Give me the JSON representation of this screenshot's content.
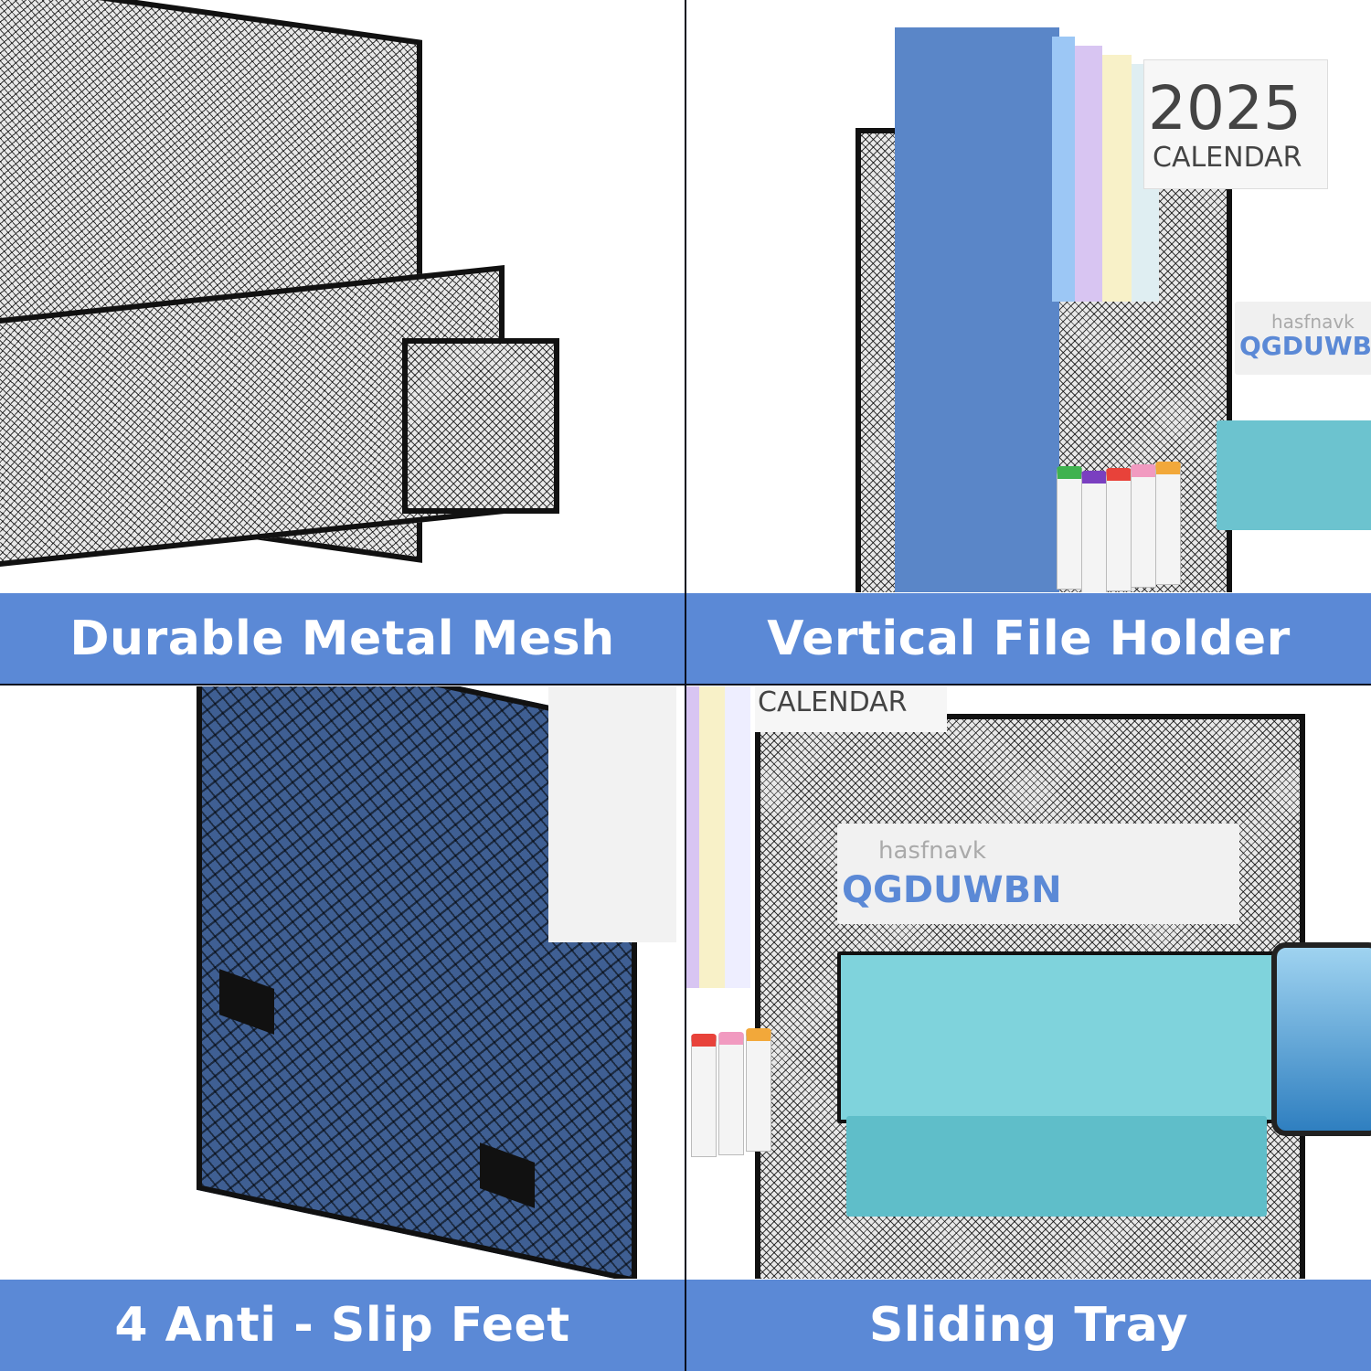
{
  "panels": [
    {
      "caption": "Durable Metal Mesh"
    },
    {
      "caption": "Vertical File Holder",
      "calendar_year": "2025",
      "calendar_label": "CALENDAR",
      "book_brand": "hasfnavk",
      "book_title": "QGDUWBN"
    },
    {
      "caption": "4 Anti - Slip Feet"
    },
    {
      "caption": "Sliding Tray",
      "calendar_label": "CALENDAR",
      "book_brand": "hasfnavk",
      "book_title": "QGDUWBN"
    }
  ],
  "colors": {
    "banner": "#5b89d6",
    "banner_text": "#ffffff",
    "divider": "#0b1020"
  }
}
